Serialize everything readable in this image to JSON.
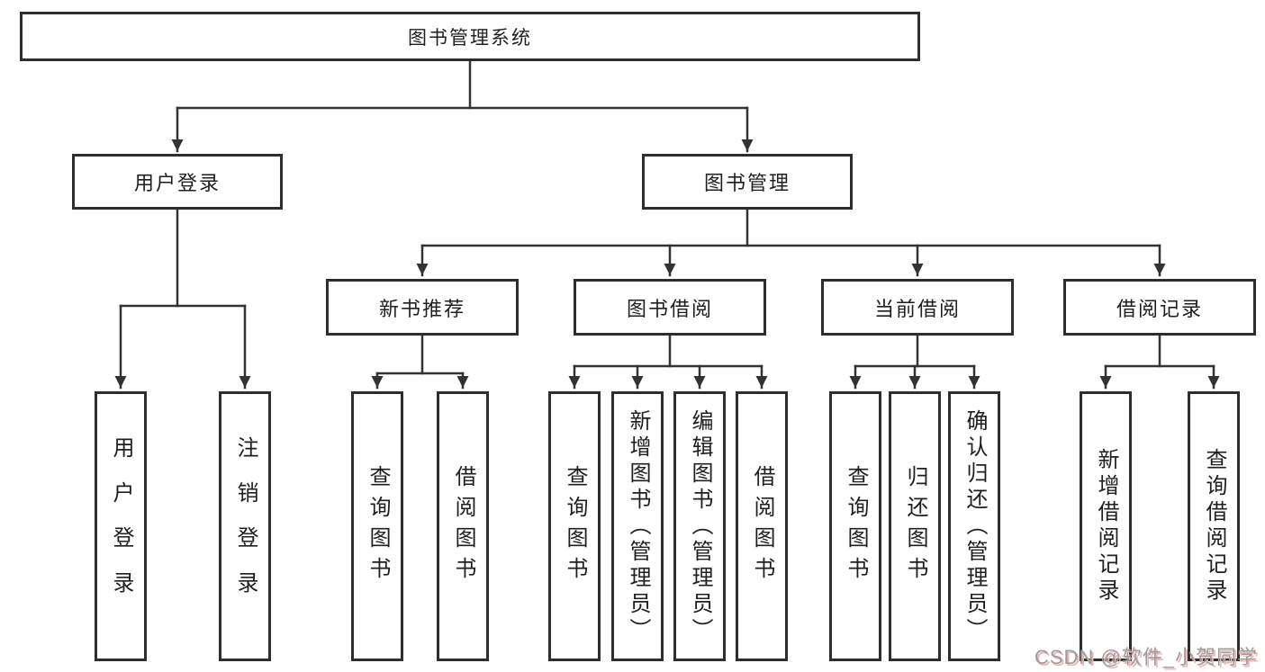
{
  "diagram": {
    "title": "图书管理系统",
    "level2": [
      {
        "label": "用户登录"
      },
      {
        "label": "图书管理"
      }
    ],
    "level3": [
      {
        "label": "新书推荐",
        "parent": "图书管理"
      },
      {
        "label": "图书借阅",
        "parent": "图书管理"
      },
      {
        "label": "当前借阅",
        "parent": "图书管理"
      },
      {
        "label": "借阅记录",
        "parent": "图书管理"
      }
    ],
    "leaves": [
      {
        "label": "用户登录",
        "parent": "用户登录"
      },
      {
        "label": "注销登录",
        "parent": "用户登录"
      },
      {
        "label": "查询图书",
        "parent": "新书推荐"
      },
      {
        "label": "借阅图书",
        "parent": "新书推荐"
      },
      {
        "label": "查询图书",
        "parent": "图书借阅"
      },
      {
        "label": "新增图书（管理员）",
        "parent": "图书借阅"
      },
      {
        "label": "编辑图书（管理员）",
        "parent": "图书借阅"
      },
      {
        "label": "借阅图书",
        "parent": "图书借阅"
      },
      {
        "label": "查询图书",
        "parent": "当前借阅"
      },
      {
        "label": "归还图书",
        "parent": "当前借阅"
      },
      {
        "label": "确认归还（管理员）",
        "parent": "当前借阅"
      },
      {
        "label": "新增借阅记录",
        "parent": "借阅记录"
      },
      {
        "label": "查询借阅记录",
        "parent": "借阅记录"
      }
    ]
  },
  "watermark": "CSDN @软件_小贺同学",
  "colors": {
    "line": "#333333",
    "box_border": "#2e2e2e",
    "text": "#1f1f1f",
    "background": "#ffffff",
    "watermark_gray": "#9c9c9c",
    "watermark_shadow": "#eeb3b3"
  }
}
